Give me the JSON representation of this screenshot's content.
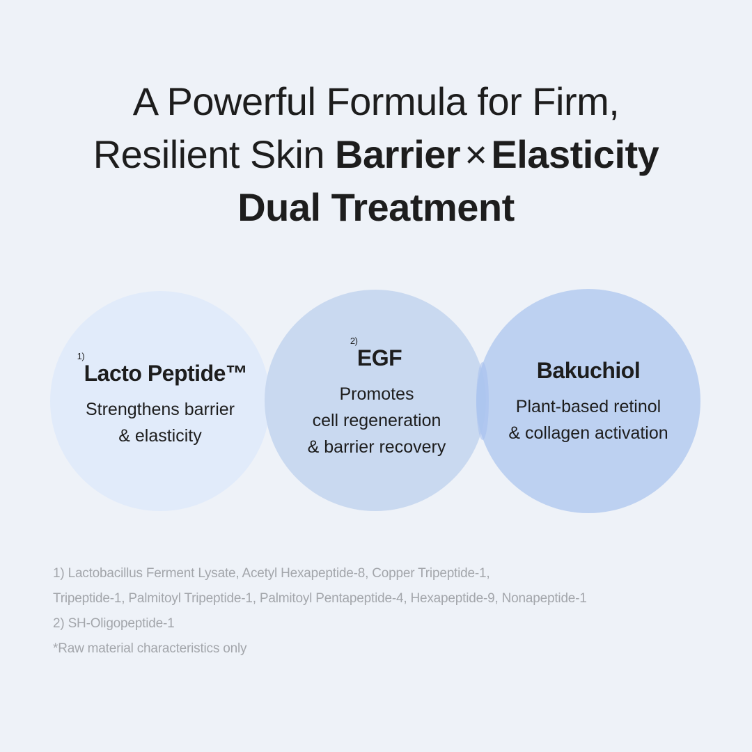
{
  "headline": {
    "line1": "A Powerful Formula for Firm,",
    "line2_regular": "Resilient Skin ",
    "line2_bold1": "Barrier",
    "line2_times": "×",
    "line2_bold2": "Elasticity",
    "line3": "Dual Treatment"
  },
  "ingredients": [
    {
      "marker": "1)",
      "name": "Lacto Peptide™",
      "desc_lines": [
        "Strengthens barrier",
        "& elasticity"
      ]
    },
    {
      "marker": "2)",
      "name": "EGF",
      "desc_lines": [
        "Promotes",
        "cell regeneration",
        "& barrier recovery"
      ]
    },
    {
      "marker": "",
      "name": "Bakuchiol",
      "desc_lines": [
        "Plant-based retinol",
        "& collagen activation"
      ]
    }
  ],
  "footnotes": [
    "1) Lactobacillus Ferment Lysate, Acetyl Hexapeptide-8, Copper Tripeptide-1,",
    "Tripeptide-1, Palmitoyl Tripeptide-1, Palmitoyl Pentapeptide-4, Hexapeptide-9, Nonapeptide-1",
    "2) SH-Oligopeptide-1",
    "*Raw material characteristics only"
  ],
  "colors": {
    "background": "#eef2f8",
    "circle_1": "#e1ebfa",
    "circle_2": "#c4d5ee",
    "circle_3": "#b4cbf0",
    "footnote_text": "#a3a6ab"
  }
}
